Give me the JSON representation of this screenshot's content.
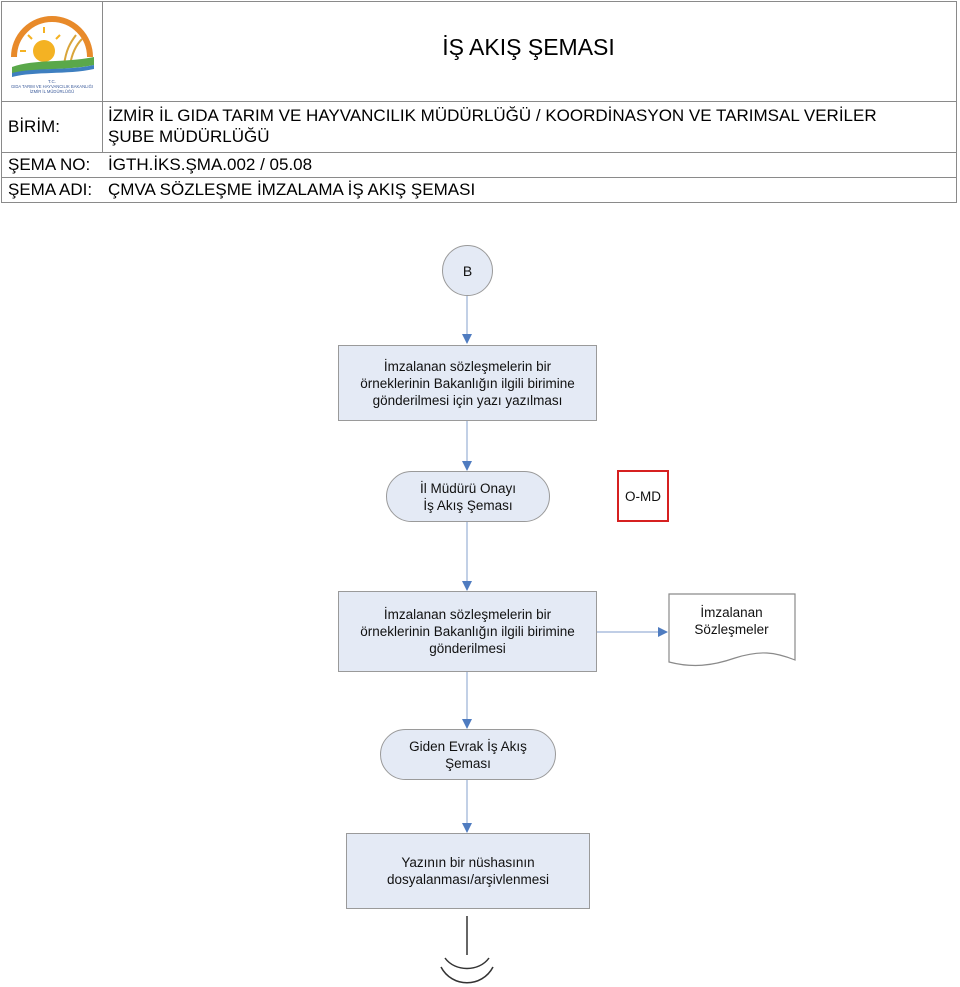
{
  "header": {
    "title": "İŞ AKIŞ ŞEMASI",
    "birim_label": "BİRİM:",
    "birim_value_line1": "İZMİR İL GIDA TARIM VE HAYVANCILIK MÜDÜRLÜĞÜ / KOORDİNASYON VE TARIMSAL VERİLER",
    "birim_value_line2": "ŞUBE MÜDÜRLÜĞÜ",
    "sema_no_label": "ŞEMA NO:",
    "sema_no_value": "İGTH.İKS.ŞMA.002 / 05.08",
    "sema_adi_label": "ŞEMA ADI:",
    "sema_adi_value": "ÇMVA SÖZLEŞME İMZALAMA İŞ AKIŞ ŞEMASI",
    "logo_text_line1": "T.C.",
    "logo_text_line2": "GIDA TARIM VE HAYVANCILIK BAKANLIĞI",
    "logo_text_line3": "İZMİR İL MÜDÜRLÜĞÜ"
  },
  "flow": {
    "connector_start": "B",
    "step1_line1": "İmzalanan sözleşmelerin bir",
    "step1_line2": "örneklerinin Bakanlığın ilgili birimine",
    "step1_line3": "gönderilmesi için yazı yazılması",
    "approval_line1": "İl Müdürü Onayı",
    "approval_line2": "İş Akış Şeması",
    "approval_tag": "O-MD",
    "step2_line1": "İmzalanan sözleşmelerin bir",
    "step2_line2": "örneklerinin Bakanlığın ilgili birimine",
    "step2_line3": "gönderilmesi",
    "document_line1": "İmzalanan",
    "document_line2": "Sözleşmeler",
    "outgoing_line1": "Giden Evrak İş Akış",
    "outgoing_line2": "Şeması",
    "step3_line1": "Yazının bir nüshasının",
    "step3_line2": "dosyalanması/arşivlenmesi"
  },
  "colors": {
    "box_fill": "#e4eaf5",
    "border": "#9a9a9a",
    "arrow": "#4f7cc0",
    "highlight": "#d62020"
  }
}
